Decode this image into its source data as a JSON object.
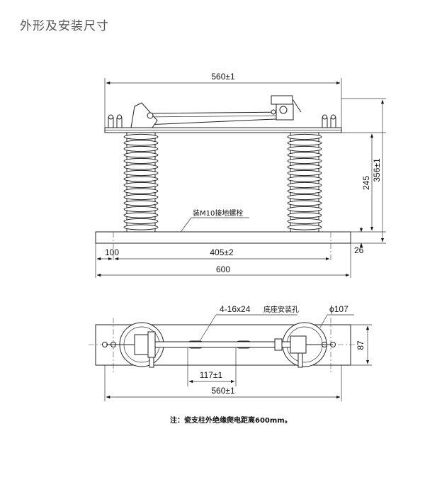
{
  "header": {
    "title": "外形及安装尺寸"
  },
  "front_view": {
    "width_top": "560±1",
    "height_total": "356±1",
    "height_insulator": "245",
    "base_height": "26",
    "dim_left": "100",
    "dim_center": "405±2",
    "width_base": "600",
    "ground_bolt_label": "装M10接地螺栓"
  },
  "top_view": {
    "holes_label": "4-16x24",
    "holes_desc": "底座安装孔",
    "diameter": "ϕ107",
    "base_width": "87",
    "pitch": "117±1",
    "span": "560±1"
  },
  "footer": {
    "note": "注：瓷支柱外绝缘爬电距离600mm。"
  }
}
